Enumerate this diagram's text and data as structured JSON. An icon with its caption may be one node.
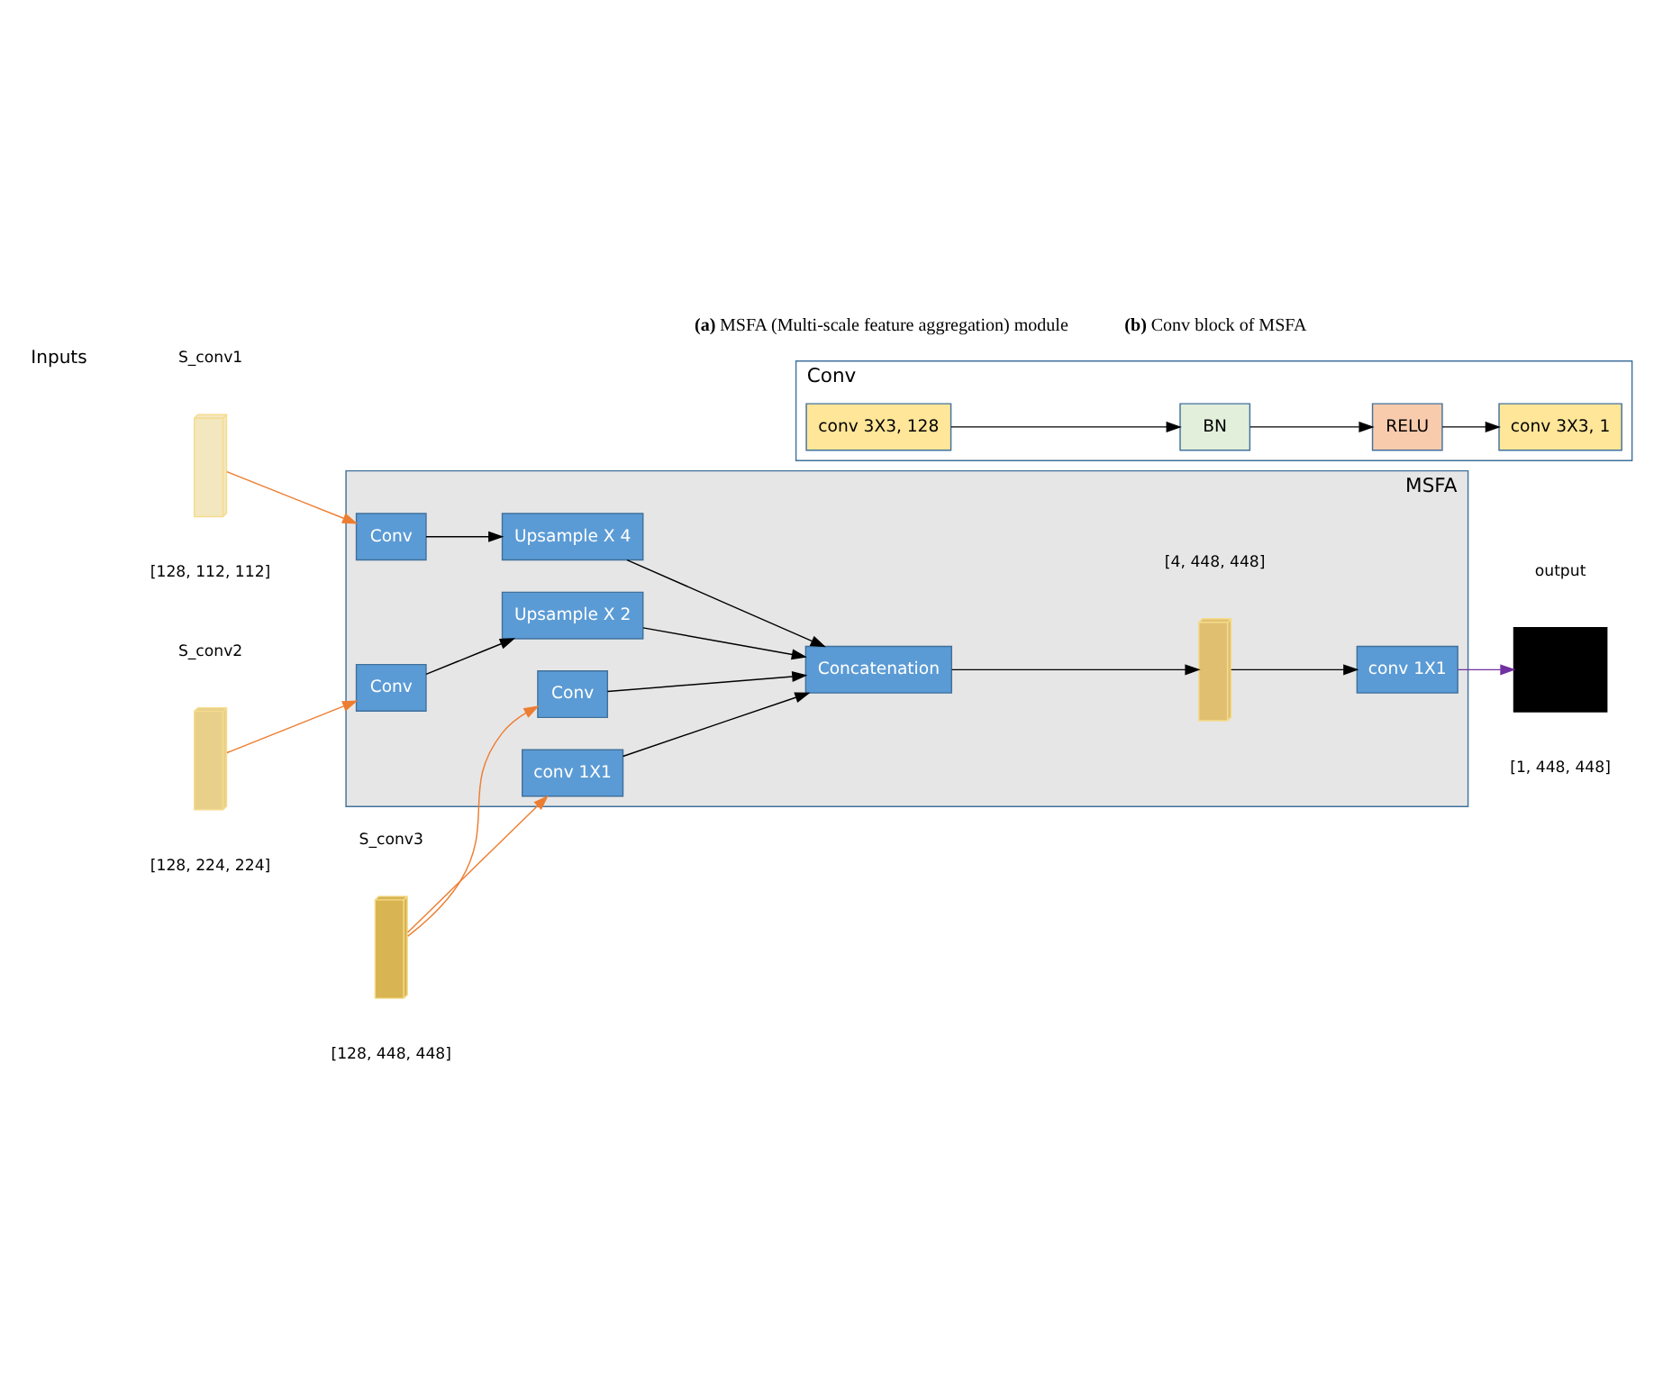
{
  "diagram": {
    "nodes": [
      {
        "text": [
          "MSFA"
        ]
      },
      {
        "text": [],
        "shape": "bar",
        "beside": [
          "S_conv1",
          "[128, 112, 112]"
        ]
      },
      {
        "text": [],
        "shape": "bar",
        "beside": [
          "S_conv2",
          "[128, 224, 224]"
        ]
      },
      {
        "text": [],
        "shape": "bar",
        "beside": [
          "S_conv3",
          "[128, 448, 448]"
        ]
      },
      {
        "text": [
          "Conv"
        ],
        "in": 0
      },
      {
        "text": [
          "Upsample X 4"
        ],
        "in": 0
      },
      {
        "text": [
          "Conv"
        ],
        "in": 0
      },
      {
        "text": [
          "Upsample X 2"
        ],
        "in": 0
      },
      {
        "text": [
          "Conv"
        ],
        "in": 0
      },
      {
        "text": [
          "conv 1X1"
        ],
        "in": 0
      },
      {
        "text": [
          "Concatenation"
        ],
        "in": 0
      },
      {
        "text": [],
        "shape": "bar",
        "in": 0,
        "beside": [
          "[4, 448, 448]"
        ]
      },
      {
        "text": [
          "conv 1X1"
        ],
        "in": 0
      },
      {
        "text": [],
        "shape": "box",
        "beside": [
          "output",
          "[1, 448, 448]"
        ]
      },
      {
        "text": [
          "Conv"
        ]
      },
      {
        "text": [
          "conv 3X3, 128"
        ],
        "in": 14
      },
      {
        "text": [
          "BN"
        ],
        "in": 14
      },
      {
        "text": [
          "RELU"
        ],
        "in": 14
      },
      {
        "text": [
          "conv 3X3, 1"
        ],
        "in": 14
      }
    ],
    "edges": [
      {
        "from": 1,
        "to": 4,
        "arrow": "to",
        "color": "#ed7d31"
      },
      {
        "from": 4,
        "to": 5,
        "arrow": "to"
      },
      {
        "from": 5,
        "to": 10,
        "arrow": "to"
      },
      {
        "from": 2,
        "to": 6,
        "arrow": "to",
        "color": "#ed7d31"
      },
      {
        "from": 6,
        "to": 7,
        "arrow": "to"
      },
      {
        "from": 7,
        "to": 10,
        "arrow": "to"
      },
      {
        "from": 3,
        "to": 8,
        "arrow": "to",
        "color": "#ed7d31"
      },
      {
        "from": 8,
        "to": 10,
        "arrow": "to"
      },
      {
        "from": 3,
        "to": 9,
        "arrow": "to",
        "color": "#ed7d31"
      },
      {
        "from": 9,
        "to": 10,
        "arrow": "to"
      },
      {
        "from": 10,
        "to": 11,
        "arrow": "to"
      },
      {
        "from": 11,
        "to": 12,
        "arrow": "to"
      },
      {
        "from": 12,
        "to": 13,
        "arrow": "to",
        "color": "#7030a0"
      },
      {
        "from": 15,
        "to": 16,
        "arrow": "to"
      },
      {
        "from": 16,
        "to": 17,
        "arrow": "to"
      },
      {
        "from": 17,
        "to": 18,
        "arrow": "to"
      }
    ],
    "labels": [
      "Inputs",
      "**(a)** MSFA (Multi-scale feature aggregation) module",
      "**(b)** Conv block of MSFA"
    ]
  }
}
